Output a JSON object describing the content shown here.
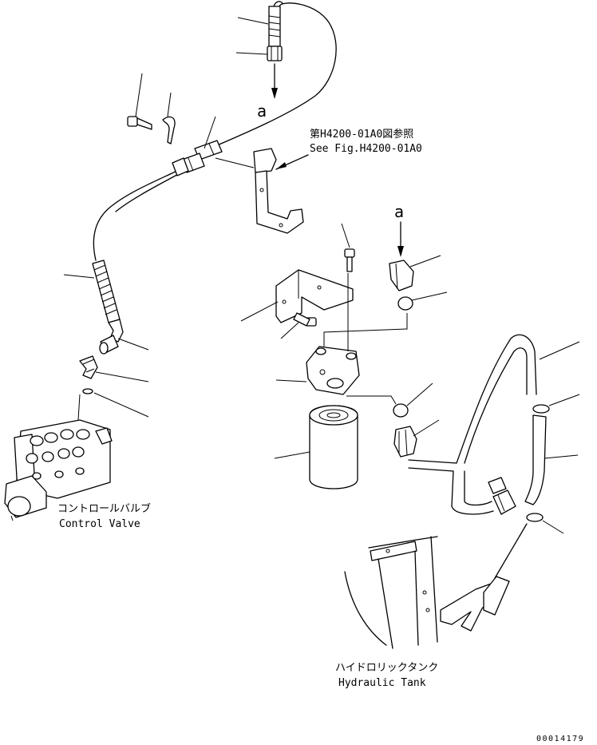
{
  "labels": {
    "arrow_letter_top": "a",
    "arrow_letter_right": "a",
    "ref_jp": "第H4200-01A0図参照",
    "ref_en": "See Fig.H4200-01A0",
    "control_valve_jp": "コントロールバルブ",
    "control_valve_en": "Control Valve",
    "hydraulic_tank_jp": "ハイドロリックタンク",
    "hydraulic_tank_en": "Hydraulic Tank",
    "drawing_number": "00014179"
  }
}
